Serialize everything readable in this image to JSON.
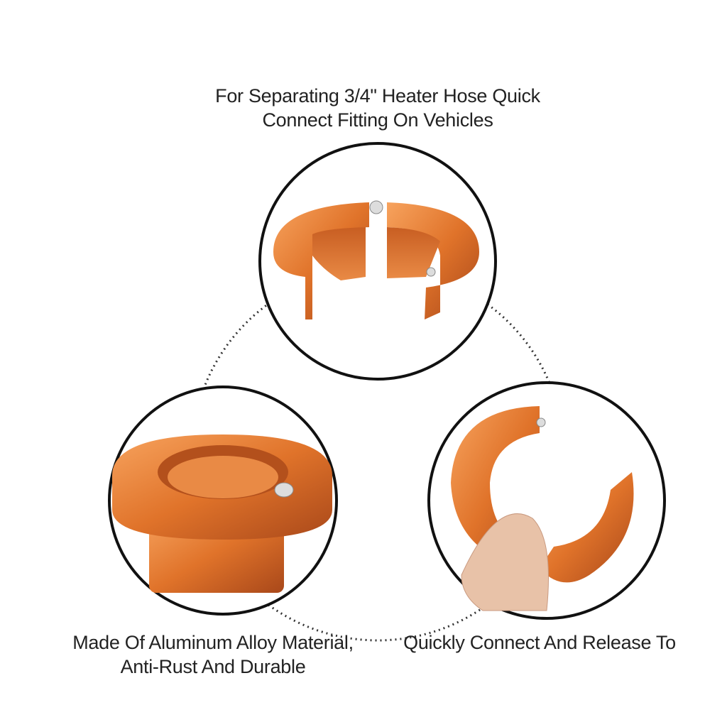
{
  "captions": {
    "top": [
      "For Separating 3/4\" Heater Hose Quick",
      "Connect Fitting On Vehicles"
    ],
    "left": [
      "Made Of Aluminum Alloy Material,",
      "Anti-Rust And Durable"
    ],
    "right": [
      "Quickly Connect And Release To"
    ]
  },
  "colors": {
    "orange": "#e0732a",
    "orange_dark": "#b4501a",
    "orange_light": "#f49a52",
    "outline": "#111111"
  }
}
